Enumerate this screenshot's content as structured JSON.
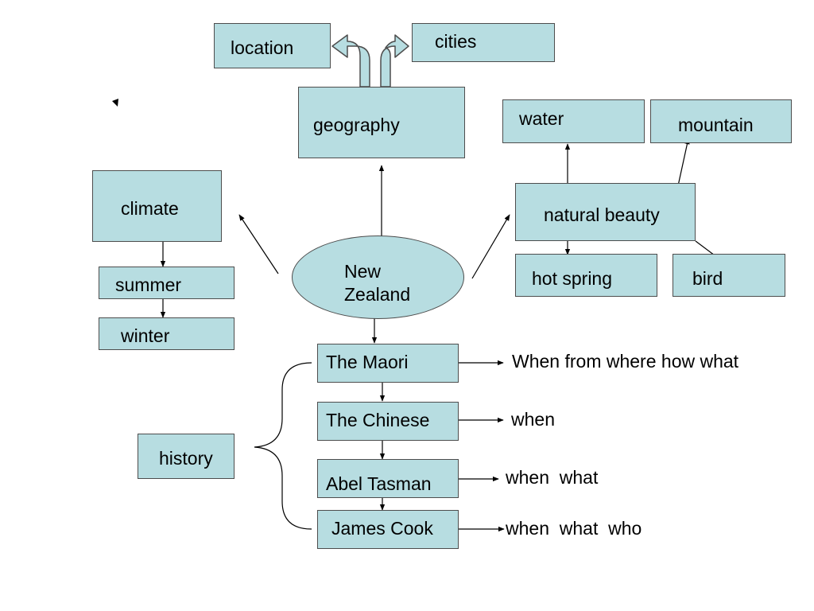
{
  "diagram": {
    "center": {
      "label": "New\nZealand"
    },
    "geography": {
      "label": "geography",
      "children": {
        "location": "location",
        "cities": "cities"
      }
    },
    "climate": {
      "label": "climate",
      "children": {
        "summer": "summer",
        "winter": "winter"
      }
    },
    "natural_beauty": {
      "label": "natural beauty",
      "children": {
        "water": "water",
        "mountain": "mountain",
        "hot_spring": "hot spring",
        "bird": "bird"
      }
    },
    "history": {
      "label": "history",
      "items": [
        {
          "label": "The Maori",
          "note": "When from where how what"
        },
        {
          "label": "The Chinese",
          "note": "when"
        },
        {
          "label": "Abel Tasman",
          "note": "when  what"
        },
        {
          "label": "James Cook",
          "note": "when  what  who"
        }
      ]
    }
  },
  "colors": {
    "node_fill": "#b7dde1",
    "node_border": "#4d4d4d",
    "connector": "#000000"
  }
}
